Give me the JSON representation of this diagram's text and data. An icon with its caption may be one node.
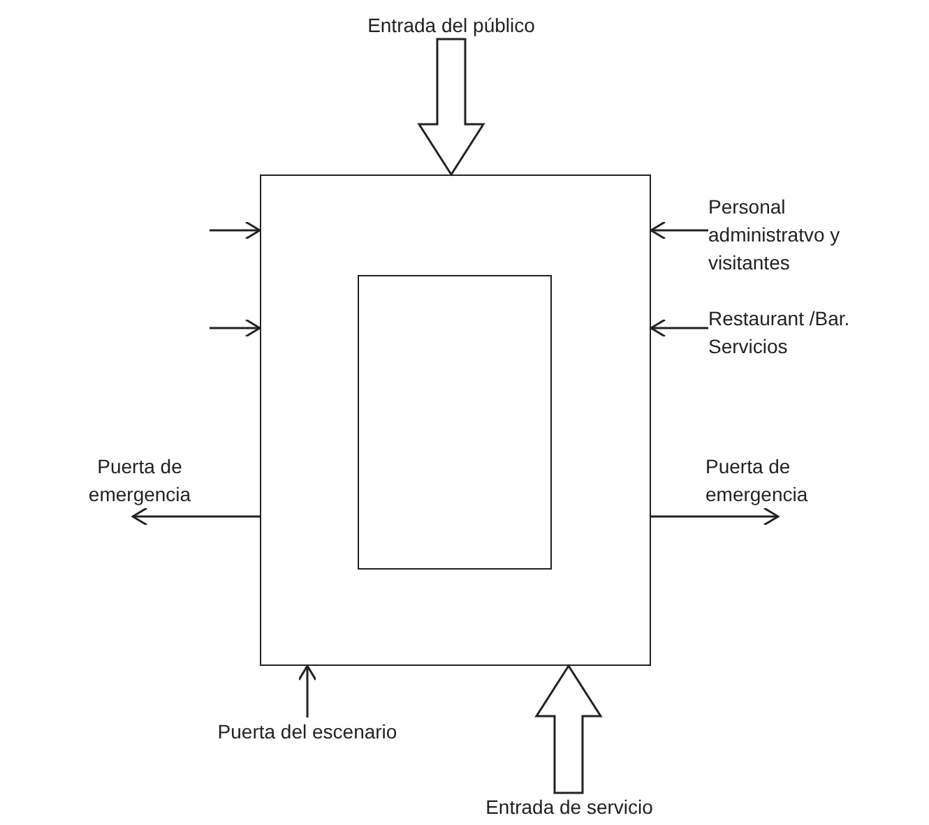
{
  "diagram": {
    "nodes": [
      {
        "text": [
          "Entrada del público"
        ]
      },
      {
        "text": [],
        "shape": "box"
      },
      {
        "text": [],
        "shape": "box",
        "in": 1
      },
      {
        "text": [
          "Personal administratvo y visitantes"
        ]
      },
      {
        "text": [
          "Restaurant /Bar. Servicios"
        ]
      },
      {
        "text": [
          "Puerta de emergencia"
        ]
      },
      {
        "text": [
          "Puerta de emergencia"
        ]
      },
      {
        "text": [
          "Puerta del escenario"
        ]
      },
      {
        "text": [
          "Entrada de servicio"
        ]
      }
    ],
    "edges": [
      {
        "from": 0,
        "to": 1,
        "arrow": "to",
        "style": "thick"
      },
      {
        "from": null,
        "to": 1,
        "arrow": "to"
      },
      {
        "from": null,
        "to": 1,
        "arrow": "to"
      },
      {
        "from": 3,
        "to": 1,
        "arrow": "to"
      },
      {
        "from": 4,
        "to": 1,
        "arrow": "to"
      },
      {
        "from": 1,
        "to": 5,
        "arrow": "to"
      },
      {
        "from": 1,
        "to": 6,
        "arrow": "to"
      },
      {
        "from": 7,
        "to": 1,
        "arrow": "to"
      },
      {
        "from": 8,
        "to": 1,
        "arrow": "to",
        "style": "thick"
      }
    ]
  }
}
